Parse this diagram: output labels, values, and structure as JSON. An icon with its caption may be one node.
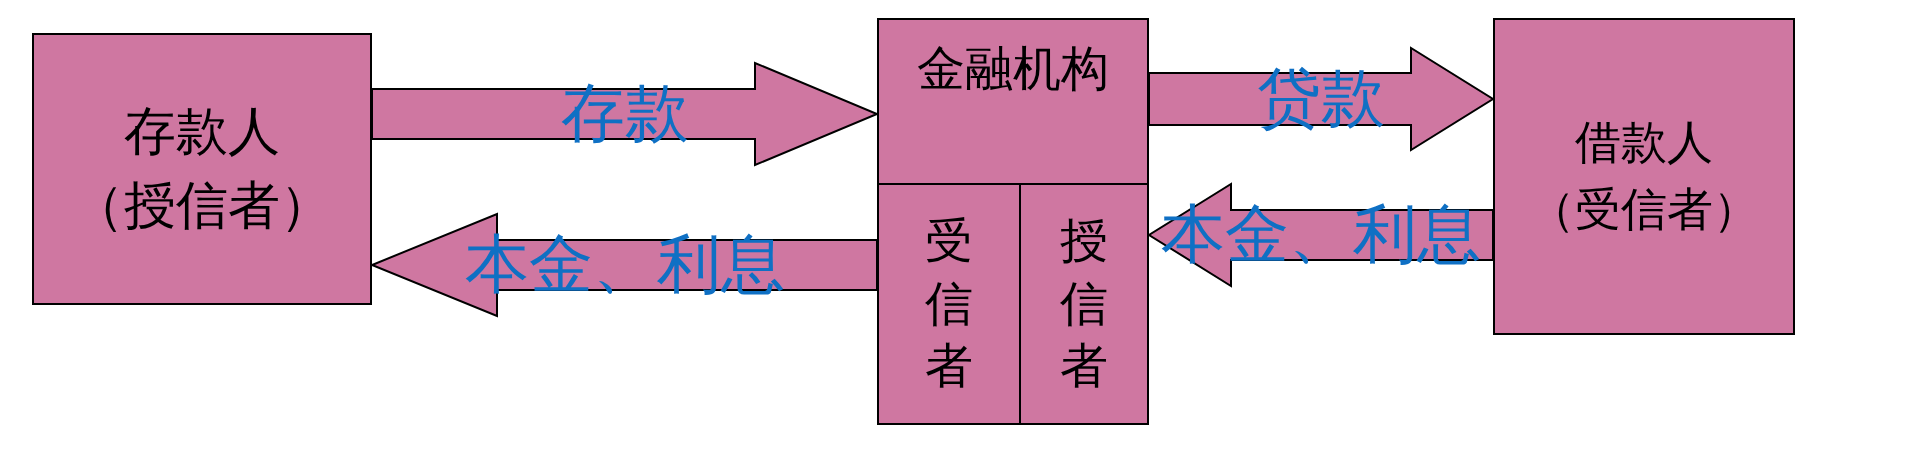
{
  "diagram": {
    "nodes": [
      {
        "text": [
          "存款人",
          "（授信者）"
        ]
      },
      {
        "text": [
          "金融机构"
        ]
      },
      {
        "text": [
          "受信者"
        ],
        "in": 1
      },
      {
        "text": [
          "授信者"
        ],
        "in": 1
      },
      {
        "text": [
          "借款人",
          "（受信者）"
        ]
      }
    ],
    "edges": [
      {
        "from": 0,
        "to": 1,
        "arrow": "to",
        "label": "存款"
      },
      {
        "from": 2,
        "to": 0,
        "arrow": "to",
        "label": "本金、利息"
      },
      {
        "from": 1,
        "to": 4,
        "arrow": "to",
        "label": "贷款"
      },
      {
        "from": 4,
        "to": 3,
        "arrow": "to",
        "label": "本金、利息"
      }
    ]
  }
}
